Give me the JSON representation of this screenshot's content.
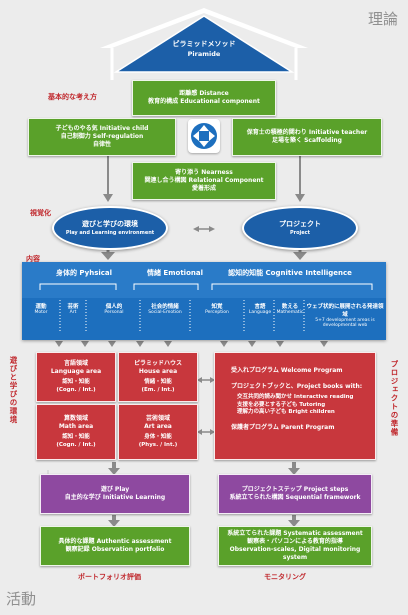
{
  "corner": {
    "top_right": "理論",
    "bottom_left": "活動"
  },
  "pyramid": {
    "line1": "ピラミッドメソッド",
    "line2": "Piramide"
  },
  "basic_label": "基本的な考え方",
  "distance": {
    "line1": "距離感 Distance",
    "line2": "教育的構成 Educational component"
  },
  "child": {
    "line1": "子どものやる気 Initiative child",
    "line2": "自己制御力 Self-regulation",
    "line3": "自律性"
  },
  "teacher": {
    "line1": "保育士の積極的関わり Initiative teacher",
    "line2": "足場を築く Scaffolding"
  },
  "nearness": {
    "line1": "寄り添う Nearness",
    "line2": "関連し合う構図 Relational Component",
    "line3": "愛着形成"
  },
  "visual_label": "視覚化",
  "play_env": {
    "line1": "遊びと学びの環境",
    "line2": "Play and Learning environment"
  },
  "project": {
    "line1": "プロジェクト",
    "line2": "Project"
  },
  "content_label": "内容",
  "intelligence": {
    "physical": "身体的 Pyhsical",
    "emotional": "情緒 Emotional",
    "cognitive": "認知的知能 Cognitive Intelligence",
    "cats": [
      {
        "jp": "運動",
        "en": "Motor"
      },
      {
        "jp": "芸術",
        "en": "Art"
      },
      {
        "jp": "個人的",
        "en": "Personal"
      },
      {
        "jp": "社会的情緒",
        "en": "Social-Emotion"
      },
      {
        "jp": "知覚",
        "en": "Perception"
      },
      {
        "jp": "言語",
        "en": "Language"
      },
      {
        "jp": "数える",
        "en": "Mathematic"
      },
      {
        "jp": "ウェブ状的に展開される発達領域",
        "en": "5+7 development areas is developmental web"
      }
    ]
  },
  "left_vertical": "遊びと学びの環境",
  "right_vertical": "プロジェクトの準備",
  "areas": {
    "language": {
      "title": "言語領域",
      "en": "Language area",
      "sub1": "認知・知能",
      "sub2": "(Cogn. / Int.)"
    },
    "house": {
      "title": "ピラミッドハウス",
      "en": "House area",
      "sub1": "情緒・知能",
      "sub2": "(Em. / Int.)"
    },
    "math": {
      "title": "算数領域",
      "en": "Math area",
      "sub1": "認知・知能",
      "sub2": "(Cogn. / Int.)"
    },
    "art": {
      "title": "芸術領域",
      "en": "Art area",
      "sub1": "身体・知能",
      "sub2": "(Phys. / Int.)"
    }
  },
  "welcome": {
    "title": "受入れプログラム Welcome Program",
    "books": "プロジェクトブックと、Project books with:",
    "item1": "交互共同的読み聞かせ Interactive reading",
    "item2": "支援を必要とする子ども Tutoring",
    "item3": "理解力の高い子ども Bright children",
    "parent": "保護者プログラム Parent Program"
  },
  "play": {
    "line1": "遊び Play",
    "line2": "自主的な学び Initiative Learning"
  },
  "steps": {
    "line1": "プロジェクトステップ Project steps",
    "line2": "系統立てられた構図 Sequential framework"
  },
  "authentic": {
    "line1": "具体的な課題 Authentic assessment",
    "line2": "観察記録 Observation portfolio"
  },
  "systematic": {
    "line1": "系統立てられた課題 Systematic assessment",
    "line2": "観察表・パソコンによる教育的指導",
    "line3": "Observation-scales, Digital monitoring system"
  },
  "bottom_labels": {
    "left": "ポートフォリオ評価",
    "right": "モニタリング"
  },
  "colors": {
    "green": "#5aa12a",
    "red": "#c8373d",
    "purple": "#8e49a0",
    "blue": "#1d6fbe",
    "navy": "#1c5fa8"
  }
}
